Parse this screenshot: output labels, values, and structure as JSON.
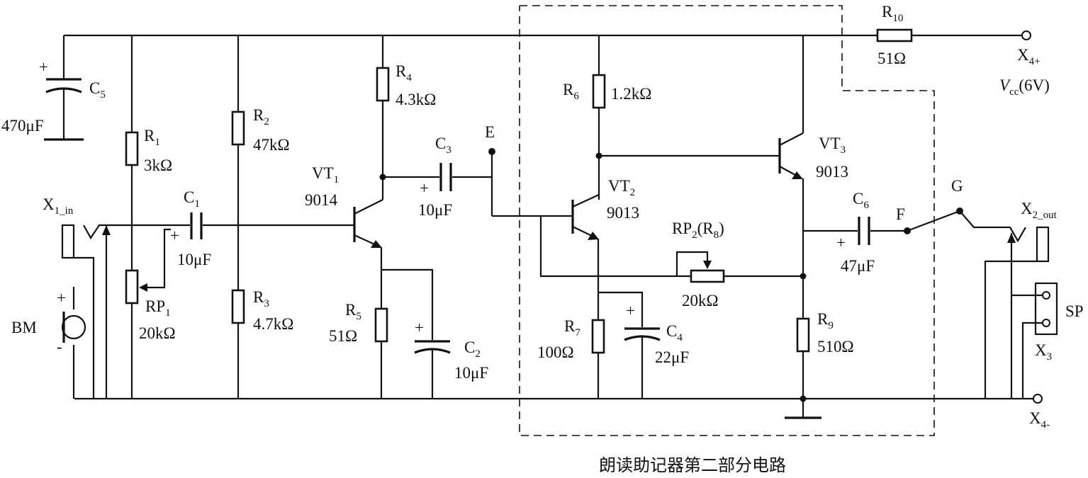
{
  "caption": "朗读助记器第二部分电路",
  "components": {
    "c5": {
      "name": "C",
      "sub": "5",
      "value": "470μF",
      "polarity": "+"
    },
    "r1": {
      "name": "R",
      "sub": "1",
      "value": "3kΩ"
    },
    "rp1": {
      "name": "RP",
      "sub": "1",
      "value": "20kΩ"
    },
    "r2": {
      "name": "R",
      "sub": "2",
      "value": "47kΩ"
    },
    "r3": {
      "name": "R",
      "sub": "3",
      "value": "4.7kΩ"
    },
    "c1": {
      "name": "C",
      "sub": "1",
      "value": "10μF",
      "polarity": "+"
    },
    "vt1": {
      "name": "VT",
      "sub": "1",
      "type": "9014"
    },
    "r4": {
      "name": "R",
      "sub": "4",
      "value": "4.3kΩ"
    },
    "r5": {
      "name": "R",
      "sub": "5",
      "value": "51Ω"
    },
    "c2": {
      "name": "C",
      "sub": "2",
      "value": "10μF",
      "polarity": "+"
    },
    "c3": {
      "name": "C",
      "sub": "3",
      "value": "10μF",
      "polarity": "+"
    },
    "r6": {
      "name": "R",
      "sub": "6",
      "value": "1.2kΩ"
    },
    "vt2": {
      "name": "VT",
      "sub": "2",
      "type": "9013"
    },
    "r7": {
      "name": "R",
      "sub": "7",
      "value": "100Ω"
    },
    "c4": {
      "name": "C",
      "sub": "4",
      "value": "22μF",
      "polarity": "+"
    },
    "rp2": {
      "name": "RP",
      "sub": "2",
      "name2": "(R",
      "sub2": "8",
      "close": ")",
      "value": "20kΩ"
    },
    "vt3": {
      "name": "VT",
      "sub": "3",
      "type": "9013"
    },
    "r9": {
      "name": "R",
      "sub": "9",
      "value": "510Ω"
    },
    "r10": {
      "name": "R",
      "sub": "10",
      "value": "51Ω"
    },
    "c6": {
      "name": "C",
      "sub": "6",
      "value": "47μF",
      "polarity": "+"
    }
  },
  "terminals": {
    "x1_in": {
      "name": "X",
      "sub": "1_in"
    },
    "x2_out": {
      "name": "X",
      "sub": "2_out"
    },
    "x3": {
      "name": "X",
      "sub": "3"
    },
    "x4p": {
      "name": "X",
      "sub": "4+"
    },
    "x4m": {
      "name": "X",
      "sub": "4-"
    },
    "vcc": {
      "name": "V",
      "sub": "cc",
      "value": "(6V)"
    }
  },
  "devices": {
    "bm": {
      "label": "BM",
      "plus": "+",
      "minus": "-"
    },
    "sp": {
      "label": "SP"
    }
  },
  "nodes": {
    "e": "E",
    "f": "F",
    "g": "G"
  }
}
